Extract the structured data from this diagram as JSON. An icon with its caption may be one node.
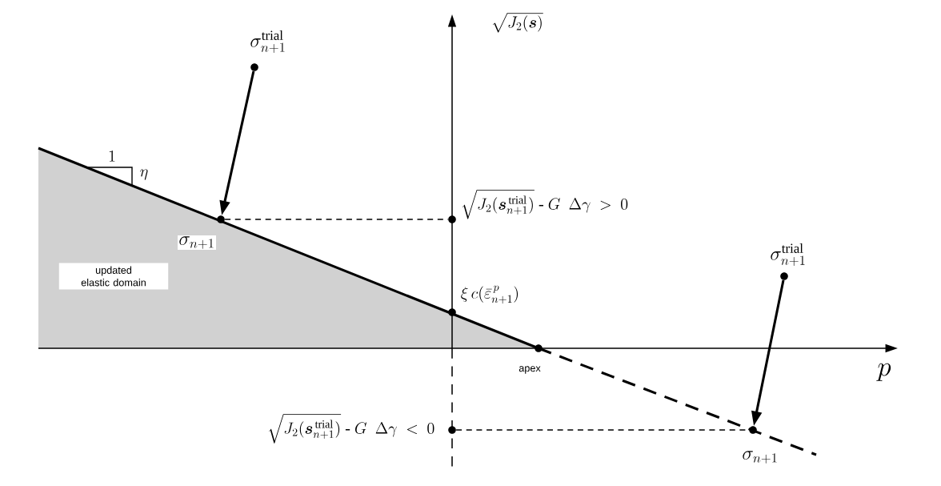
{
  "diagram": {
    "nodes": [
      {
        "text": [],
        "shape": "circle",
        "beside": [
          "\\sigma_{n+1}^{\\mathrm{trial}}"
        ]
      },
      {
        "text": [],
        "shape": "circle",
        "beside": [
          "\\sigma_{n+1}"
        ]
      },
      {
        "text": [],
        "shape": "circle",
        "beside": [
          "\\sqrt{J_2(\\boldsymbol{s}^{\\,\\mathrm{trial}}_{n+1})}\\ \\text{-}\\ G\\ \\ \\Delta\\gamma\\ >\\ 0"
        ]
      },
      {
        "text": [],
        "shape": "circle",
        "beside": [
          "\\sigma_{n+1}^{\\mathrm{trial}}"
        ]
      },
      {
        "text": [],
        "shape": "circle",
        "beside": [
          "\\sigma_{n+1}"
        ]
      },
      {
        "text": [],
        "shape": "circle",
        "beside": [
          "\\sqrt{J_2(\\boldsymbol{s}^{\\,\\mathrm{trial}}_{n+1})}\\ \\text{-}\\ G\\ \\ \\Delta\\gamma\\ <\\ 0"
        ]
      },
      {
        "text": [],
        "shape": "circle",
        "beside": [
          "apex"
        ]
      },
      {
        "text": [],
        "shape": "circle",
        "beside": [
          "\\xi\\, c(\\bar{\\varepsilon}^{\\,p}_{n+1})"
        ]
      },
      {
        "text": [
          "updated elastic domain"
        ]
      }
    ],
    "edges": [
      {
        "from": 0,
        "to": 1,
        "arrow": "to",
        "style": "thick"
      },
      {
        "from": 3,
        "to": 4,
        "arrow": "to",
        "style": "thick"
      },
      {
        "from": 1,
        "to": 2,
        "arrow": "none",
        "style": "dashed"
      },
      {
        "from": 5,
        "to": 4,
        "arrow": "none",
        "style": "dashed"
      }
    ],
    "labels": [
      "\\sqrt{J_2(\\boldsymbol{s})}",
      "p",
      "1",
      "\\eta"
    ]
  }
}
